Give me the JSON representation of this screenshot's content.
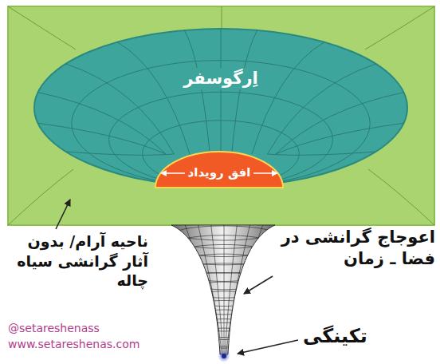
{
  "diagram": {
    "nodes": [
      {
        "text": [
          "اِرگوسفر"
        ]
      },
      {
        "text": [
          "افق رویداد"
        ],
        "in": 0
      }
    ],
    "labels": [
      "ناحیه آرام/ بدون آثار گرانشی سیاه چاله",
      "اعوجاج گرانشی در فضا ـ زمان",
      "تکینگی",
      "@setareshenass",
      "www.setareshenas.com"
    ]
  }
}
